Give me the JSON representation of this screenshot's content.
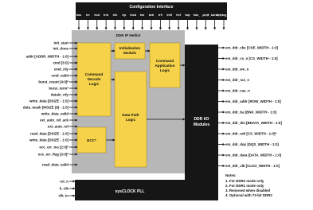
{
  "config_interface": {
    "title": "Configuration Interface",
    "signals": [
      "tras",
      "tre",
      "trcd",
      "trrd",
      "trfc",
      "trp",
      "tmrd",
      "twr",
      "twtr",
      "trfi",
      "trefi",
      "tref",
      "twp",
      "tras_",
      "pd_*",
      "ar_burst_en",
      "ext_reg_en"
    ]
  },
  "core": {
    "title": "DDR IP Netlist",
    "command_decode": [
      "Command",
      "Decode",
      "Logic"
    ],
    "init_module": [
      "Initialization",
      "Module"
    ],
    "cmd_app": [
      "Command",
      "Application",
      "Logic"
    ],
    "datapath": [
      "Data Path",
      "Logic"
    ],
    "ecc": "ECC*",
    "io_modules": [
      "DDR I/O",
      "Modules"
    ],
    "pll": "sysCLOCK PLL"
  },
  "left_inputs": [
    "init_start",
    "init_done",
    "addr [ADDR_WIDTH - 1:0]",
    "cmd [3:0]",
    "cmd_rdy",
    "cmd_valid",
    "burst_count [4:0]*",
    "burst_term*",
    "datain_rdy",
    "write_data [DSIZE - 1:0]",
    "data_mask [MSIZE (8) - 1:0]",
    "write_data_valid",
    "ext_auto_ref_ack",
    "ext_auto_ref",
    "read_data [DSIZE - 1:0]",
    "write_data [DSIZE - 1:0]",
    "ecc_err_ins [2:0]*",
    "ecc_err_flag [3:0]*",
    "read_data_valid"
  ],
  "bottom_inputs": [
    "rst_n",
    "k_clk",
    "clk_in"
  ],
  "right_outputs": [
    "em_ddr_cke [CKE_WIDTH - 1:0]",
    "em_ddr_cs_n [CS_WIDTH - 1:0]",
    "em_ddr_we_n",
    "em_ddr_ras_n",
    "em_ddr_cas_n",
    "em_ddr_addr [ROW_WIDTH - 1:0]",
    "em_ddr_ba [BNK_WIDTH - 1:0]",
    "em_ddr_dm [BDATA_WIDTH - 1:0]",
    "em_ddr_odt [CS_WIDTH - 1:0]*",
    "em_ddr_dqs [DQS_WIDTH - 1:0]",
    "em_ddr_data [DATA_WIDTH - 1:0]",
    "em_ddr_clk [CLKO_WIDTH - 1:0]"
  ],
  "notes": {
    "title": "Notes:",
    "lines": [
      "1. For DDR2 mode only",
      "2. For DDR1 mode only",
      "3. Removed when disabled",
      "4. Optional with 72-bit DDR2"
    ]
  },
  "colors": {
    "panel": "#b7b7b7",
    "yellow": "#f6d24a",
    "dark": "#161616"
  }
}
